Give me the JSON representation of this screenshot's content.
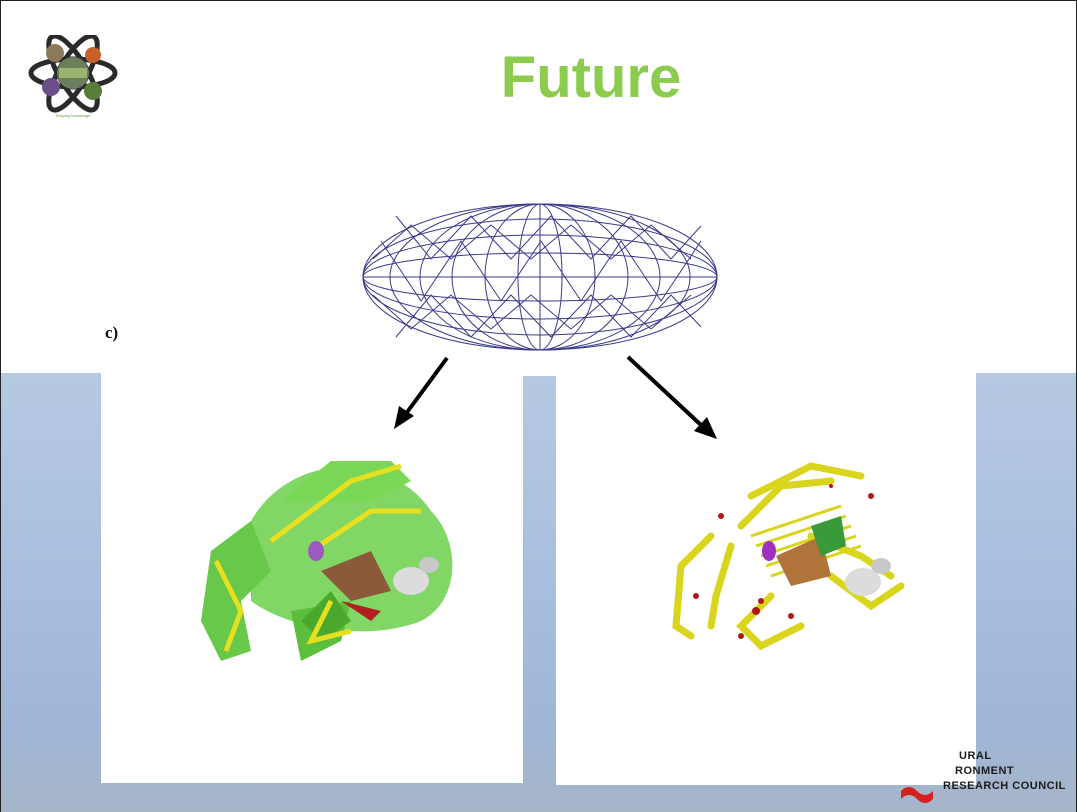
{
  "slide": {
    "title": "Future",
    "panel_label": "c)",
    "logo_caption": "Shaping knowledge"
  },
  "figure": {
    "top_shape": "wireframe-ellipsoid",
    "left_model": "frog-model-green-skin",
    "right_model": "frog-model-skeleton",
    "arrows": [
      "arrow-to-left-model",
      "arrow-to-right-model"
    ]
  },
  "footer": {
    "org_lines": [
      "URAL",
      "RONMENT",
      "RESEARCH COUNCIL"
    ]
  },
  "colors": {
    "title": "#8dcb4f",
    "mesh": "#3a3a8a",
    "frog_green": "#5cc23a",
    "frog_yellow": "#d9d41c",
    "background_sky": "#a9bfdf",
    "nerc_red": "#d42020"
  }
}
